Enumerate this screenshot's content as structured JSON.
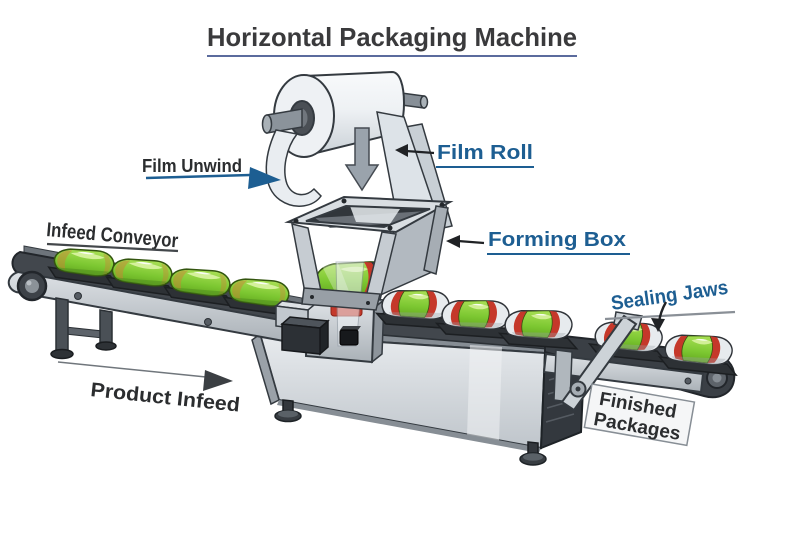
{
  "title": "Horizontal Packaging Machine",
  "labels": {
    "film_unwind": "Film Unwind",
    "film_roll": "Film Roll",
    "forming_box": "Forming Box",
    "infeed_conveyor": "Infeed Conveyor",
    "sealing_jaws": "Sealing Jaws",
    "product_infeed": "Product Infeed"
  },
  "sign": {
    "line1": "Finished",
    "line2": "Packages"
  },
  "colors": {
    "title_text": "#3a3a3c",
    "title_underline": "#5b6b9d",
    "callout_blue": "#1d5e92",
    "callout_dark": "#2b2d2f",
    "underline_gray": "#8a9097",
    "package_green": "#7dc832",
    "package_stripe_red": "#c5382a",
    "machine_gray": "#d5dade",
    "belt_dark": "#42474d"
  }
}
